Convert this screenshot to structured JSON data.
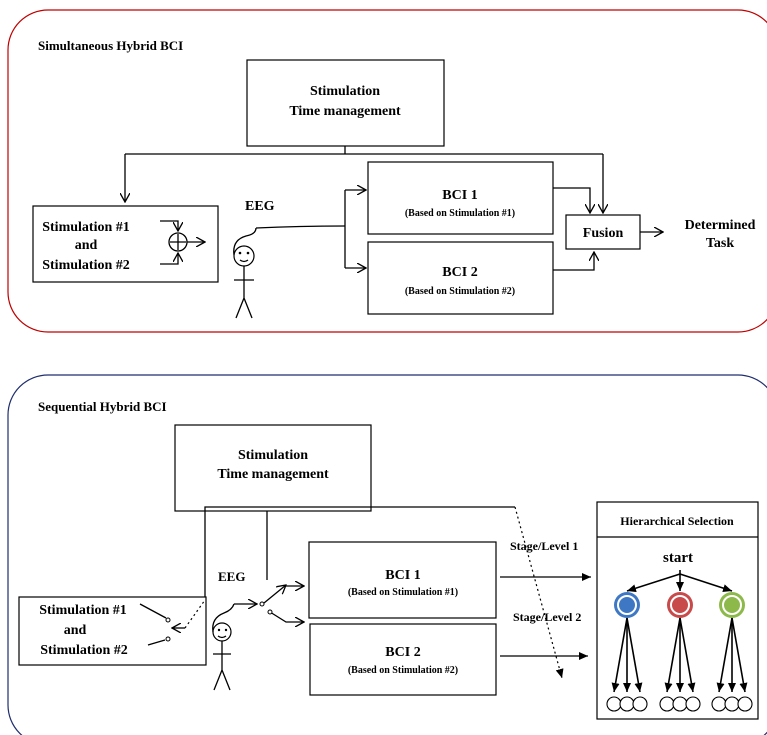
{
  "simultaneous": {
    "title": "Simultaneous Hybrid BCI",
    "title_color": "#c00000",
    "frame_color": "#c00000",
    "timing_box": {
      "line1": "Stimulation",
      "line2": "Time management"
    },
    "stim_box": {
      "line1": "Stimulation #1",
      "line2": "and",
      "line3": "Stimulation #2"
    },
    "eeg_label": "EEG",
    "bci1": {
      "title": "BCI 1",
      "subtitle": "(Based on Stimulation #1)"
    },
    "bci2": {
      "title": "BCI 2",
      "subtitle": "(Based on Stimulation #2)"
    },
    "fusion_label": "Fusion",
    "output": {
      "line1": "Determined",
      "line2": "Task"
    }
  },
  "sequential": {
    "title": "Sequential Hybrid BCI",
    "title_color": "#1f2e6e",
    "frame_color": "#1f2e6e",
    "timing_box": {
      "line1": "Stimulation",
      "line2": "Time management"
    },
    "stim_box": {
      "line1": "Stimulation #1",
      "line2": "and",
      "line3": "Stimulation #2"
    },
    "eeg_label": "EEG",
    "bci1": {
      "title": "BCI 1",
      "subtitle": "(Based on Stimulation #1)"
    },
    "bci2": {
      "title": "BCI 2",
      "subtitle": "(Based on Stimulation #2)"
    },
    "stage1_label": "Stage/Level 1",
    "stage2_label": "Stage/Level 2",
    "hierarchy": {
      "title": "Hierarchical Selection",
      "start_label": "start",
      "node_colors": [
        "#3e78c4",
        "#c94a4a",
        "#8db84a"
      ]
    }
  }
}
